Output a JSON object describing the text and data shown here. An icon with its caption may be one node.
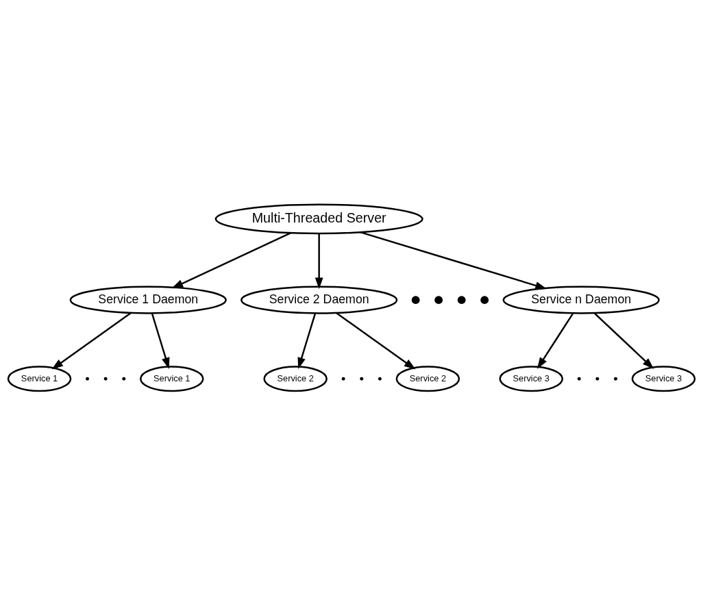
{
  "diagram": {
    "nodes": [
      {
        "text": [
          "Multi-Threaded Server"
        ]
      },
      {
        "text": [
          "Service 1 Daemon"
        ]
      },
      {
        "text": [
          "Service 2 Daemon"
        ]
      },
      {
        "text": [
          "Service n Daemon"
        ]
      },
      {
        "text": [
          "Service 1"
        ]
      },
      {
        "text": [
          "Service 1"
        ]
      },
      {
        "text": [
          "Service 2"
        ]
      },
      {
        "text": [
          "Service 2"
        ]
      },
      {
        "text": [
          "Service 3"
        ]
      },
      {
        "text": [
          "Service 3"
        ]
      }
    ],
    "edges": [
      {
        "from": 0,
        "to": 1,
        "arrow": "to"
      },
      {
        "from": 0,
        "to": 2,
        "arrow": "to"
      },
      {
        "from": 0,
        "to": 3,
        "arrow": "to"
      },
      {
        "from": 1,
        "to": 4,
        "arrow": "to"
      },
      {
        "from": 1,
        "to": 5,
        "arrow": "to"
      },
      {
        "from": 2,
        "to": 6,
        "arrow": "to"
      },
      {
        "from": 2,
        "to": 7,
        "arrow": "to"
      },
      {
        "from": 3,
        "to": 8,
        "arrow": "to"
      },
      {
        "from": 3,
        "to": 9,
        "arrow": "to"
      }
    ]
  }
}
